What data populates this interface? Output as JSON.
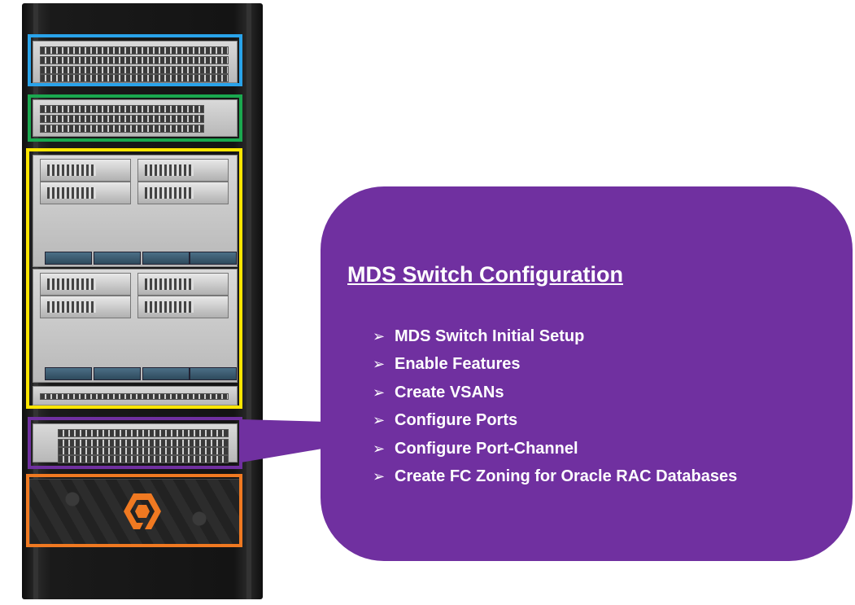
{
  "callout": {
    "title": "MDS Switch Configuration",
    "steps": [
      "MDS Switch Initial Setup",
      "Enable Features",
      "Create VSANs",
      "Configure Ports",
      "Configure Port-Channel",
      "Create FC Zoning for Oracle RAC Databases"
    ],
    "bullet_glyph": "➢",
    "fill_color": "#7030a0"
  },
  "rack": {
    "highlight_colors": {
      "network_switches": "#29a3ea",
      "fabric_interconnects": "#1aa84f",
      "ucs_chassis": "#ffe600",
      "mds_switches": "#7030a0",
      "storage_array": "#f07921"
    },
    "storage_logo_icon": "pure-storage-logo-icon"
  }
}
